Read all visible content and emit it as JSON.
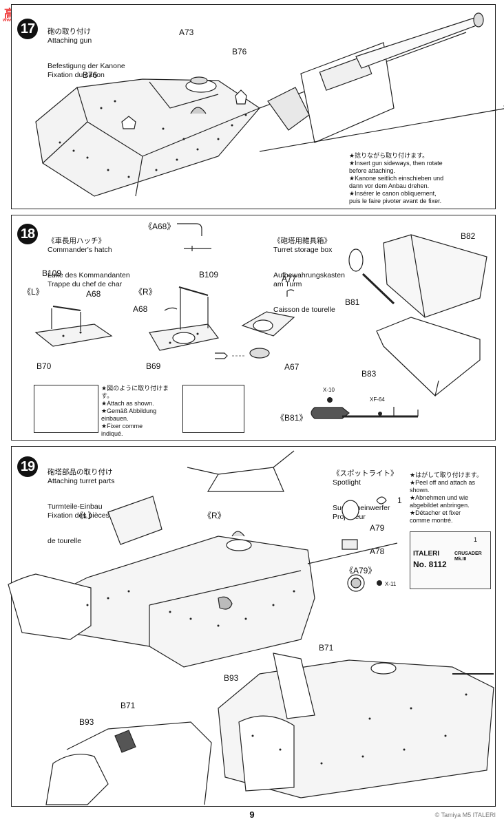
{
  "watermark": {
    "text": "高手",
    "sub": "www.hobbyshop.cn"
  },
  "step17": {
    "num": "17",
    "title_lines": [
      "砲の取り付け",
      "Attaching gun",
      "Befestigung der Kanone",
      "Fixation du canon"
    ],
    "labels": {
      "a73": "A73",
      "b76_left": "B76",
      "b76_right": "B76"
    },
    "note_lines": [
      "★捻りながら取り付けます。",
      "★Insert gun sideways, then rotate",
      "before attaching.",
      "★Kanone seitlich einschieben und",
      "dann vor dem Anbau drehen.",
      "★Insérer le canon obliquement,",
      "puis le faire pivoter avant de fixer."
    ]
  },
  "step18": {
    "num": "18",
    "title_lines": [
      "《車長用ハッチ》",
      "Commander's hatch",
      "Luke des Kommandanten",
      "Trappe du chef de char"
    ],
    "a68_tag": "《A68》",
    "storage_lines": [
      "《砲塔用雑具箱》",
      "Turret storage box",
      "Aufbewahrungskasten",
      "am Turm",
      "Caisson de tourelle"
    ],
    "labels": {
      "l_tag": "《L》",
      "r_tag": "《R》",
      "b109_l": "B109",
      "a68_l": "A68",
      "b70": "B70",
      "b109_r": "B109",
      "a68_r": "A68",
      "b69": "B69",
      "a77": "A77",
      "a67": "A67",
      "b82": "B82",
      "b81": "B81",
      "b83": "B83",
      "b81_tag": "《B81》",
      "x10": "X-10",
      "xf64": "XF-64"
    },
    "note_lines": [
      "★図のように取り付けま",
      "す。",
      "★Attach as shown.",
      "★Gemäß Abbildung",
      "einbauen.",
      "★Fixer comme",
      "indiqué."
    ]
  },
  "step19": {
    "num": "19",
    "title_lines": [
      "砲塔部品の取り付け",
      "Attaching turret parts",
      "Turmteile-Einbau",
      "Fixation des pièces",
      "de tourelle"
    ],
    "spot_lines": [
      "《スポットライト》",
      "Spotlight",
      "Suchscheinwerfer",
      "Projecteur"
    ],
    "labels": {
      "l_tag": "《L》",
      "r_tag": "《R》",
      "one": "1",
      "a79": "A79",
      "a78": "A78",
      "a79_tag": "《A79》",
      "x11": "X-11",
      "b71_top": "B71",
      "b93_mid": "B93",
      "b71_left": "B71",
      "b93_left": "B93"
    },
    "note_lines": [
      "★はがして取り付けます。",
      "★Peel off and attach as",
      "shown.",
      "★Abnehmen und wie",
      "abgebildet anbringen.",
      "★Détacher et fixer",
      "comme montré."
    ],
    "italeri": {
      "brand": "ITALERI",
      "model": "No. 8112",
      "name_line1": "CRUSADER",
      "name_line2": "Mk.III",
      "decal_num": "1"
    }
  },
  "page": {
    "number": "9",
    "footer": "© Tamiya  M5  ITALERI"
  }
}
